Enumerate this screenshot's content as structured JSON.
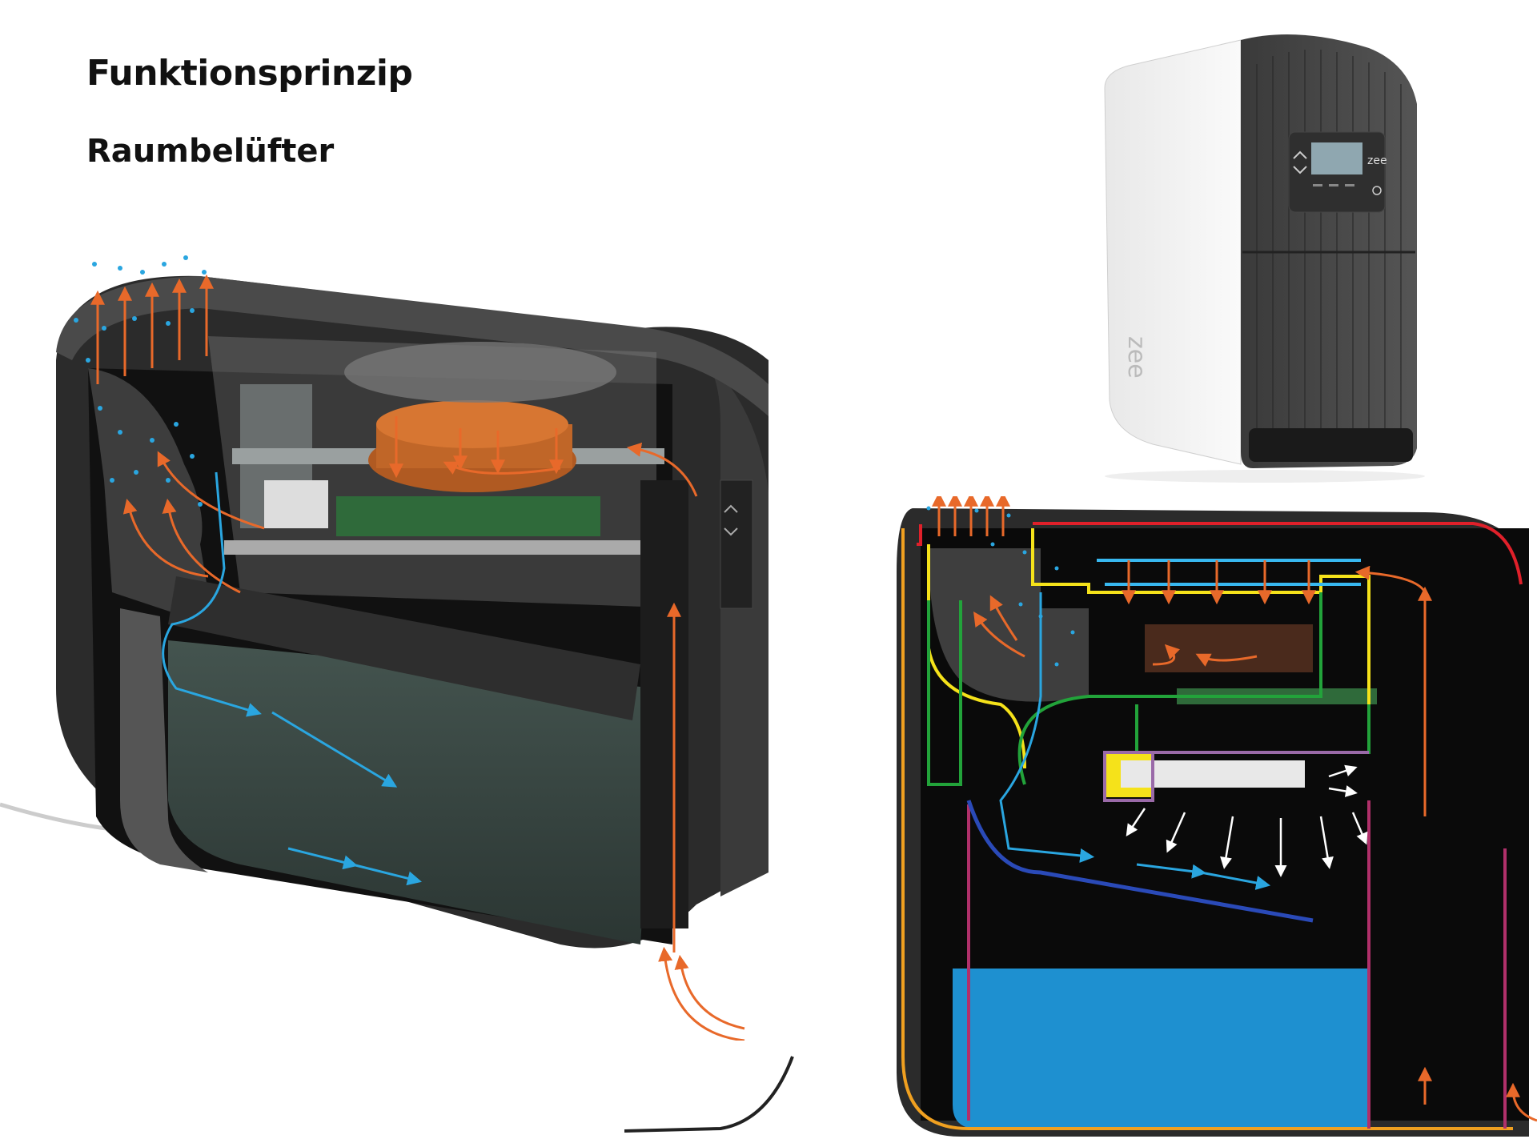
{
  "page": {
    "title": "Funktionsprinzip",
    "subtitle": "Raumbelüfter"
  },
  "product_photo": {
    "brand_mark": "zee",
    "icons": [
      "chevron-up-icon",
      "chevron-down-icon",
      "power-icon"
    ]
  },
  "colors": {
    "airflow": "#e8692a",
    "moisture": "#2aa6e0",
    "water": "#1e90d0",
    "housing": "#2b2b2b",
    "outline_yellow": "#f5e21a",
    "outline_green": "#22a33a",
    "outline_red": "#e0202a",
    "outline_orange": "#f0a020",
    "outline_purple": "#9a6aa8",
    "outline_magenta": "#b0306a",
    "outline_lightblue": "#38b8f0",
    "outline_blue": "#2a4ab8"
  }
}
